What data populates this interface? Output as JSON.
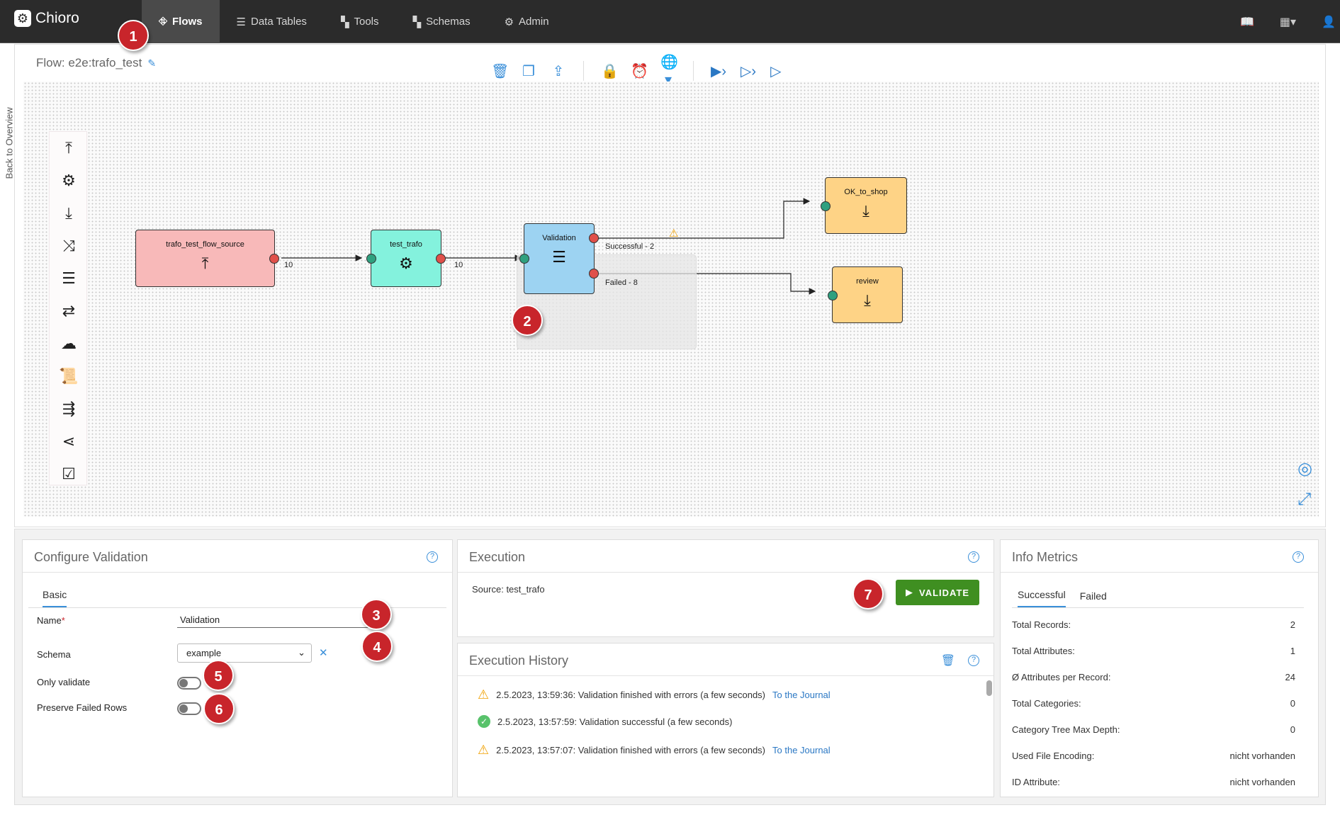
{
  "app": {
    "name": "Chioro"
  },
  "nav": {
    "items": [
      {
        "label": "Flows",
        "icon": "sitemap-icon"
      },
      {
        "label": "Data Tables",
        "icon": "list-icon"
      },
      {
        "label": "Tools",
        "icon": "tools-icon"
      },
      {
        "label": "Schemas",
        "icon": "schema-icon"
      },
      {
        "label": "Admin",
        "icon": "gear-icon"
      }
    ]
  },
  "side": {
    "back_label": "Back to Overview"
  },
  "flow": {
    "title": "Flow: e2e:trafo_test"
  },
  "nodes": {
    "source": {
      "label": "trafo_test_flow_source",
      "out_count": "10"
    },
    "trafo": {
      "label": "test_trafo",
      "out_count": "10"
    },
    "validation": {
      "label": "Validation",
      "success_label": "Successful - 2",
      "failed_label": "Failed - 8"
    },
    "ok_to_shop": {
      "label": "OK_to_shop"
    },
    "review": {
      "label": "review"
    }
  },
  "badges": [
    "1",
    "2",
    "3",
    "4",
    "5",
    "6",
    "7"
  ],
  "configure": {
    "title": "Configure Validation",
    "tab": "Basic",
    "name_label": "Name",
    "required_mark": "*",
    "name_value": "Validation",
    "schema_label": "Schema",
    "schema_value": "example",
    "only_validate_label": "Only validate",
    "preserve_label": "Preserve Failed Rows"
  },
  "execution": {
    "title": "Execution",
    "source_label": "Source:",
    "source_value": "test_trafo",
    "validate_button": "VALIDATE"
  },
  "history": {
    "title": "Execution History",
    "rows": [
      {
        "status": "warning",
        "text": "2.5.2023, 13:59:36: Validation finished with errors (a few seconds)",
        "link": "To the Journal"
      },
      {
        "status": "success",
        "text": "2.5.2023, 13:57:59: Validation successful (a few seconds)",
        "link": ""
      },
      {
        "status": "warning",
        "text": "2.5.2023, 13:57:07: Validation finished with errors (a few seconds)",
        "link": "To the Journal"
      }
    ]
  },
  "metrics": {
    "title": "Info Metrics",
    "tabs": [
      "Successful",
      "Failed"
    ],
    "rows": [
      {
        "label": "Total Records:",
        "value": "2"
      },
      {
        "label": "Total Attributes:",
        "value": "1"
      },
      {
        "label": "Ø Attributes per Record:",
        "value": "24"
      },
      {
        "label": "Total Categories:",
        "value": "0"
      },
      {
        "label": "Category Tree Max Depth:",
        "value": "0"
      },
      {
        "label": "Used File Encoding:",
        "value": "nicht vorhanden"
      },
      {
        "label": "ID Attribute:",
        "value": "nicht vorhanden"
      }
    ]
  },
  "colors": {
    "source": "#f8b9b9",
    "trafo": "#84f2dd",
    "validation": "#9dd3f2",
    "output": "#fed386",
    "accent": "#3a8fd9",
    "validate_green": "#3f8f21",
    "badge_red": "#c8252b"
  }
}
